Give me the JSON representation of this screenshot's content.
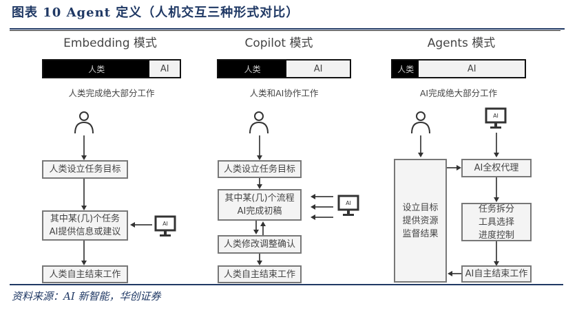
{
  "figure": {
    "title": "图表 10   Agent 定义（人机交互三种形式对比）",
    "source": "资料来源：AI 新智能，华创证券"
  },
  "modes": [
    {
      "name": "Embedding 模式",
      "bar": {
        "human_label": "人类",
        "ai_label": "AI",
        "human_share": 0.78
      },
      "description": "人类完成绝大部分工作",
      "steps": [
        "人类设立任务目标",
        "其中某(几)个任务\nAI提供信息或建议",
        "人类自主结束工作"
      ],
      "ai_icon_label": "AI"
    },
    {
      "name": "Copilot 模式",
      "bar": {
        "human_label": "人类",
        "ai_label": "AI",
        "human_share": 0.5
      },
      "description": "人类和AI协作工作",
      "steps": [
        "人类设立任务目标",
        "其中某(几)个流程\nAI完成初稿",
        "人类修改调整确认",
        "人类自主结束工作"
      ],
      "ai_icon_label": "AI"
    },
    {
      "name": "Agents 模式",
      "bar": {
        "human_label": "人类",
        "ai_label": "AI",
        "human_share": 0.2
      },
      "description": "AI完成绝大部分工作",
      "human_box": "设立目标\n提供资源\n监督结果",
      "steps": [
        "AI全权代理",
        "任务拆分\n工具选择\n进度控制",
        "AI自主结束工作"
      ],
      "ai_icon_label": "AI"
    }
  ],
  "colors": {
    "title": "#1f3864",
    "human_bar": "#000000",
    "ai_bar": "#f2f2f2"
  }
}
